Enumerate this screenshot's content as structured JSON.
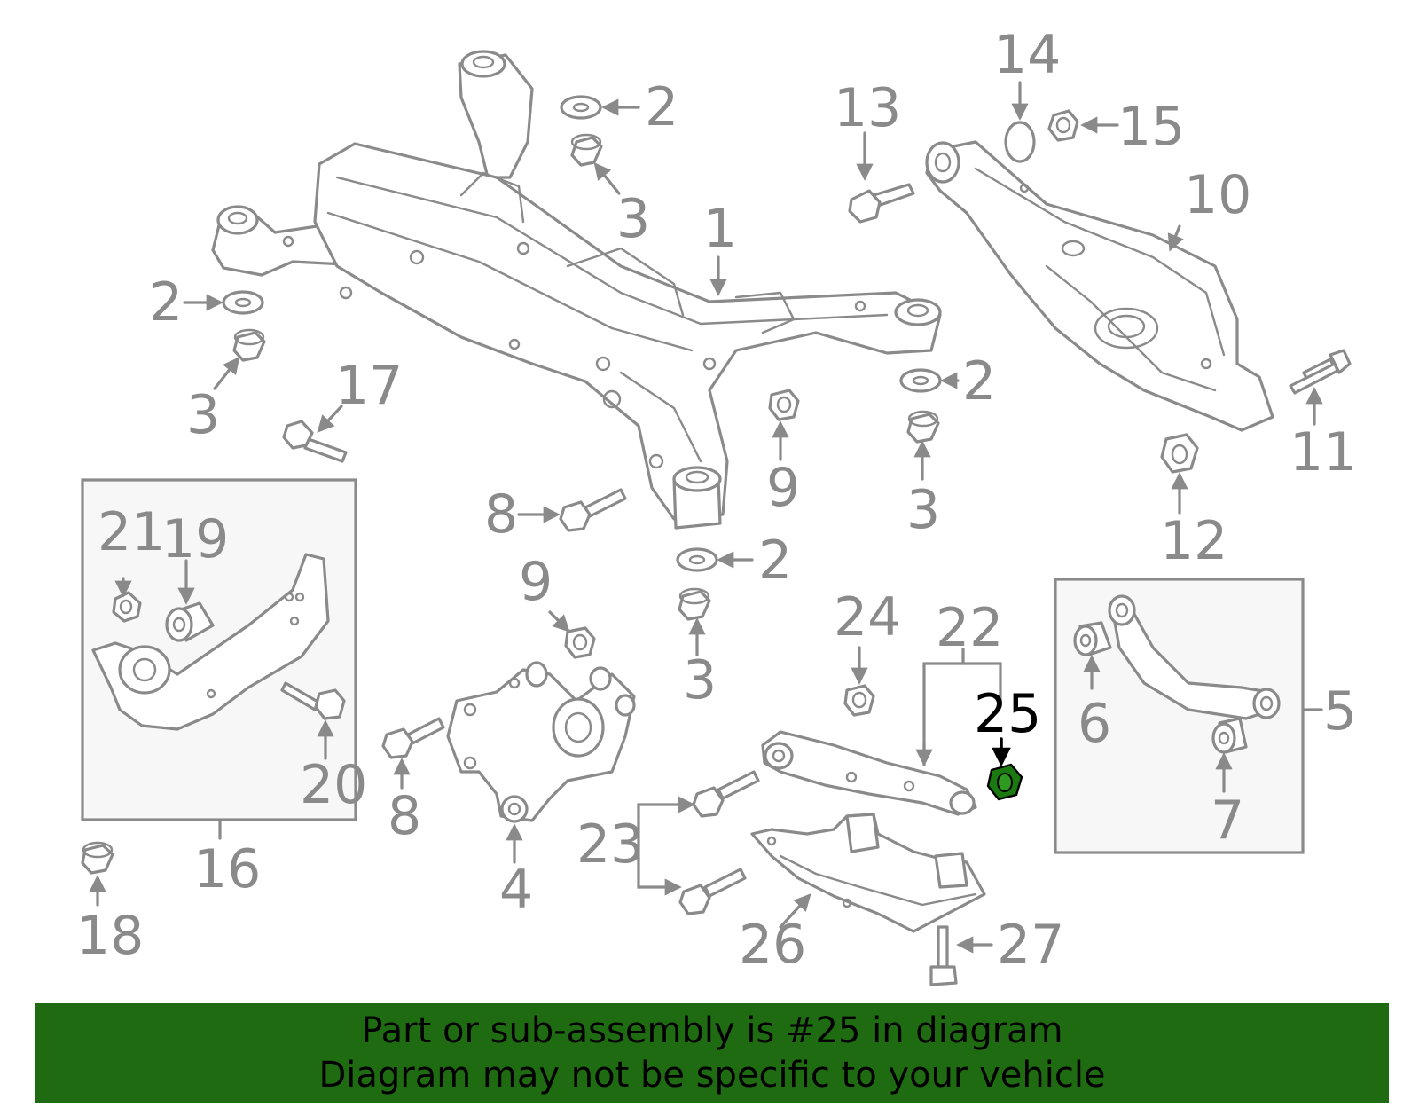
{
  "diagram": {
    "callouts": [
      {
        "id": "c1",
        "text": "1"
      },
      {
        "id": "c2a",
        "text": "2"
      },
      {
        "id": "c2b",
        "text": "2"
      },
      {
        "id": "c2c",
        "text": "2"
      },
      {
        "id": "c2d",
        "text": "2"
      },
      {
        "id": "c3a",
        "text": "3"
      },
      {
        "id": "c3b",
        "text": "3"
      },
      {
        "id": "c3c",
        "text": "3"
      },
      {
        "id": "c3d",
        "text": "3"
      },
      {
        "id": "c4",
        "text": "4"
      },
      {
        "id": "c5",
        "text": "5"
      },
      {
        "id": "c6",
        "text": "6"
      },
      {
        "id": "c7",
        "text": "7"
      },
      {
        "id": "c8a",
        "text": "8"
      },
      {
        "id": "c8b",
        "text": "8"
      },
      {
        "id": "c9a",
        "text": "9"
      },
      {
        "id": "c9b",
        "text": "9"
      },
      {
        "id": "c10",
        "text": "10"
      },
      {
        "id": "c11",
        "text": "11"
      },
      {
        "id": "c12",
        "text": "12"
      },
      {
        "id": "c13",
        "text": "13"
      },
      {
        "id": "c14",
        "text": "14"
      },
      {
        "id": "c15",
        "text": "15"
      },
      {
        "id": "c16",
        "text": "16"
      },
      {
        "id": "c17",
        "text": "17"
      },
      {
        "id": "c18",
        "text": "18"
      },
      {
        "id": "c19",
        "text": "19"
      },
      {
        "id": "c20",
        "text": "20"
      },
      {
        "id": "c21",
        "text": "21"
      },
      {
        "id": "c22",
        "text": "22"
      },
      {
        "id": "c23",
        "text": "23"
      },
      {
        "id": "c24",
        "text": "24"
      },
      {
        "id": "c25",
        "text": "25"
      },
      {
        "id": "c26",
        "text": "26"
      },
      {
        "id": "c27",
        "text": "27"
      }
    ],
    "highlighted_part": "25",
    "highlight_color": "#1a7a10",
    "line_color": "#8a8a8a"
  },
  "banner": {
    "line1": "Part or sub-assembly is #25 in diagram",
    "line2": "Diagram may not be specific to your vehicle",
    "background_color": "#1f6b12"
  }
}
